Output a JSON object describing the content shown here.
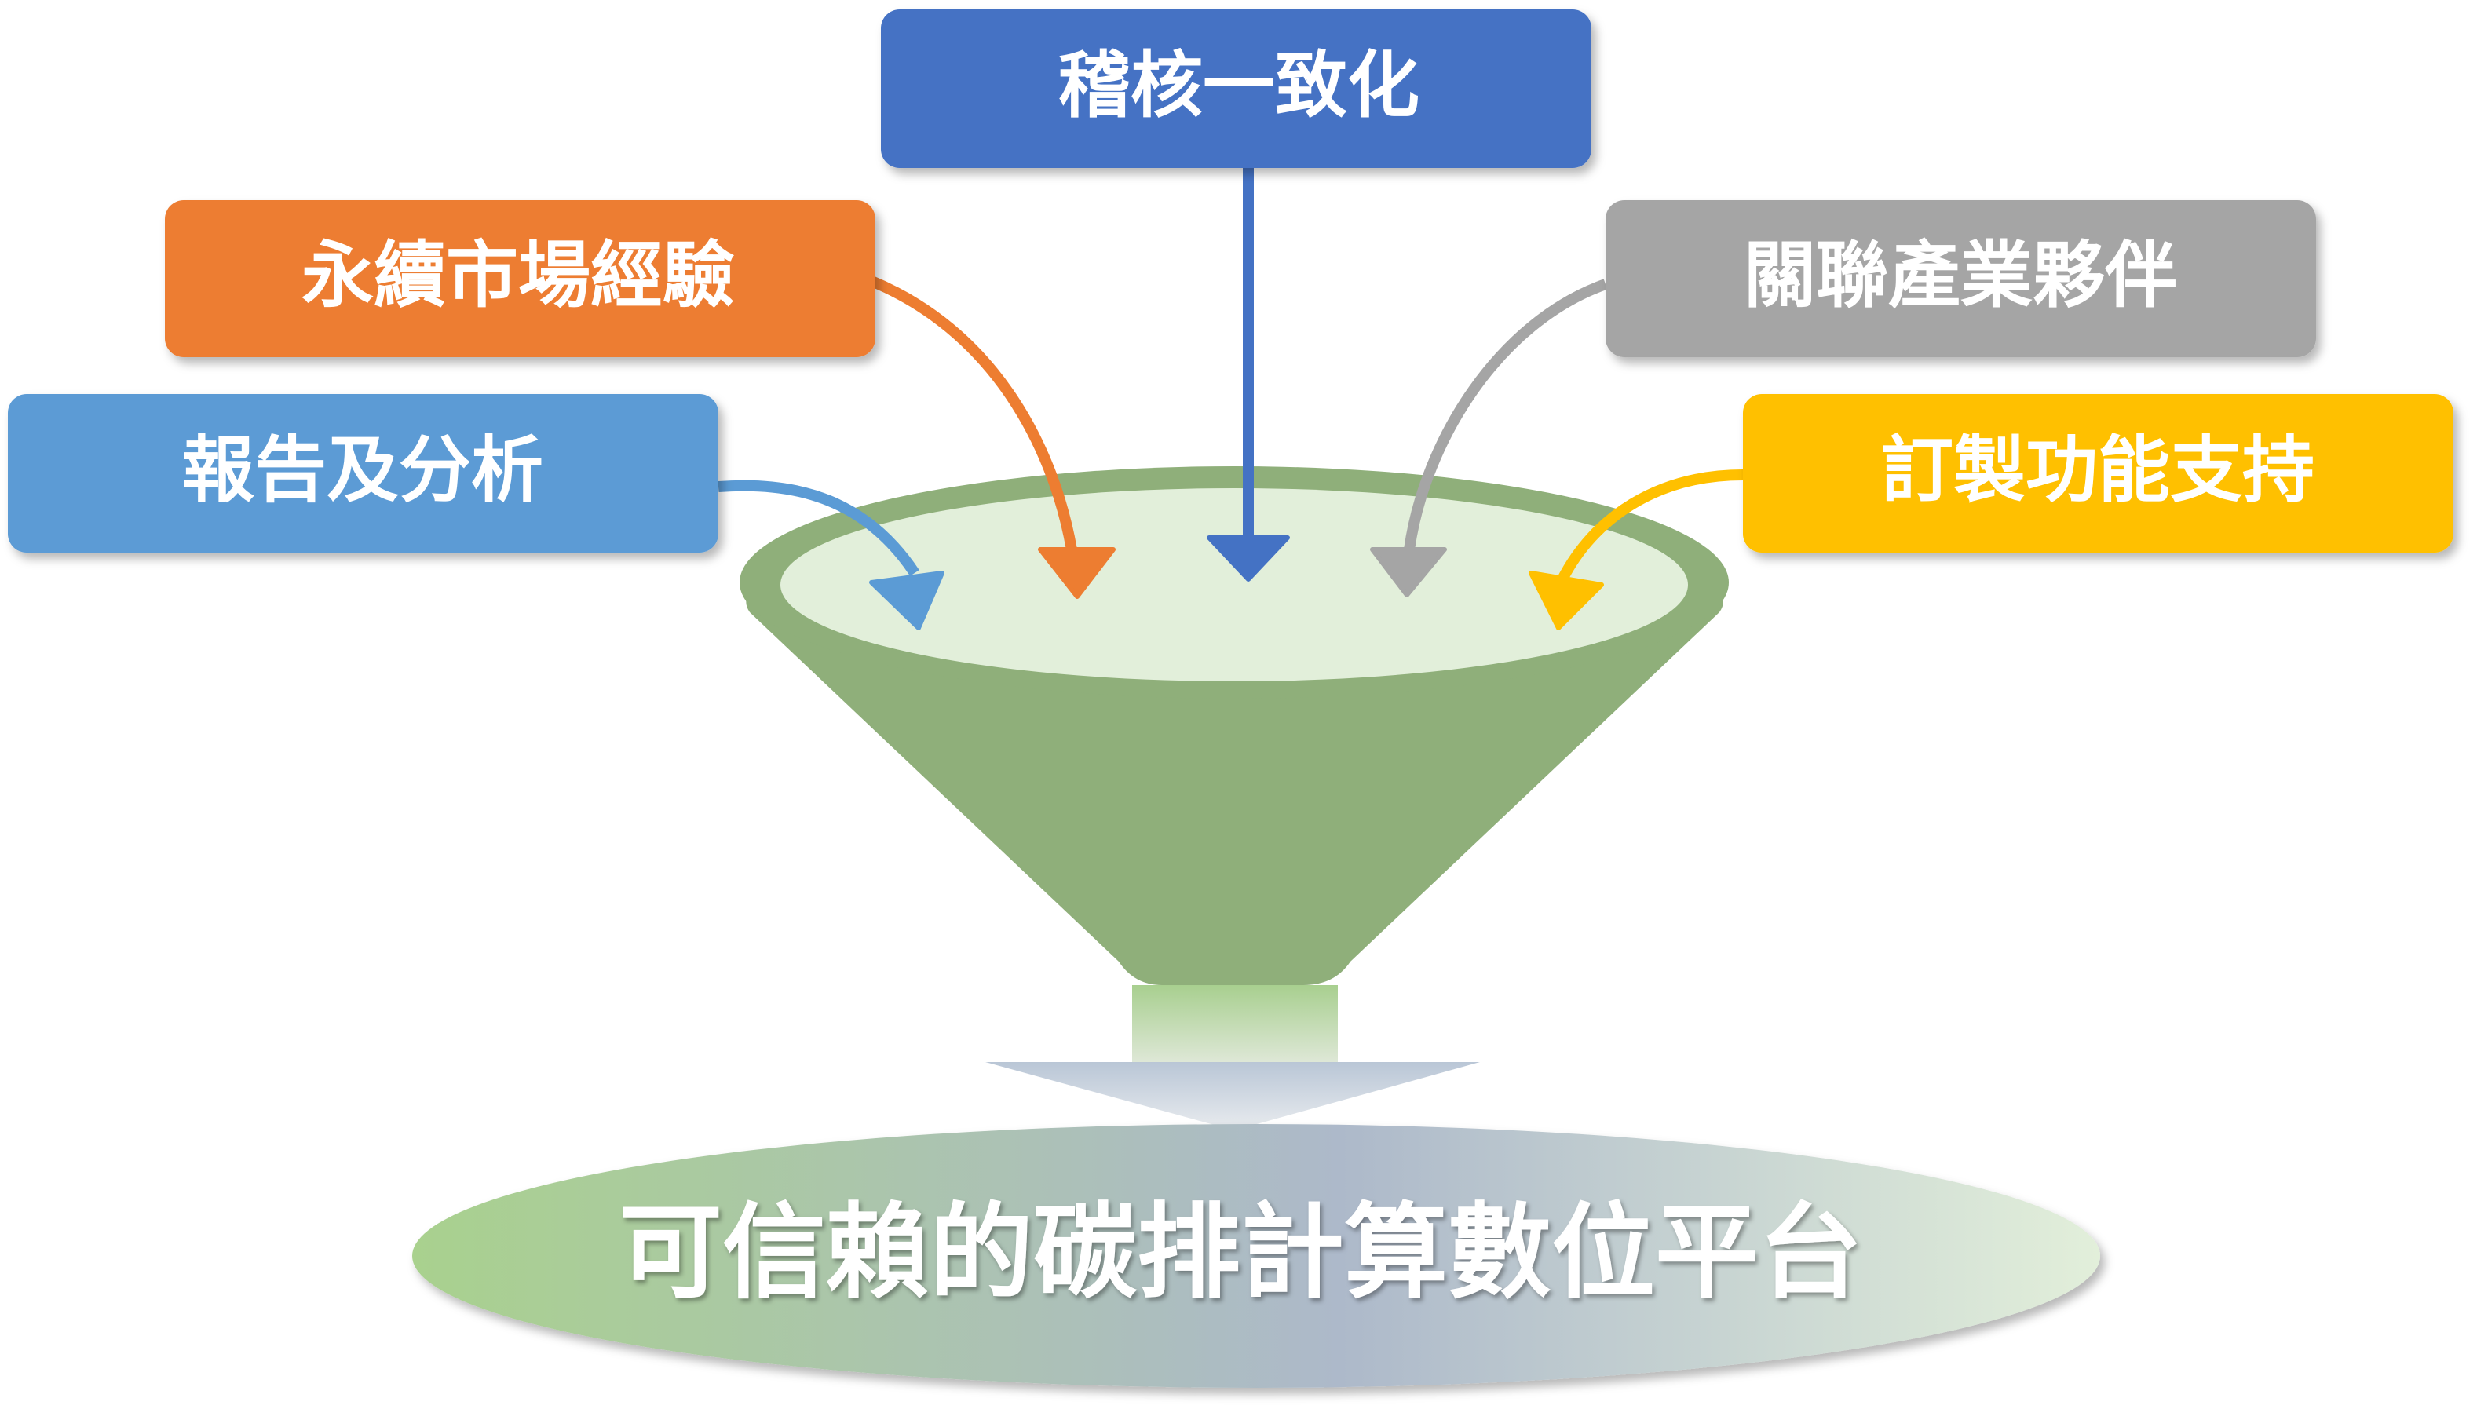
{
  "boxes": {
    "top": {
      "label": "稽核一致化",
      "color": "#4472c4"
    },
    "left_upper": {
      "label": "永續市場經驗",
      "color": "#ed7d31"
    },
    "left_lower": {
      "label": "報告及分析",
      "color": "#5b9bd5"
    },
    "right_upper": {
      "label": "關聯產業夥伴",
      "color": "#a5a5a5"
    },
    "right_lower": {
      "label": "訂製功能支持",
      "color": "#ffc000"
    }
  },
  "funnel": {
    "rim_color": "#8faf7a",
    "mouth_color": "#e2efda",
    "body_color": "#8faf7a"
  },
  "platform": {
    "label": "可信賴的碳排計算數位平台"
  }
}
